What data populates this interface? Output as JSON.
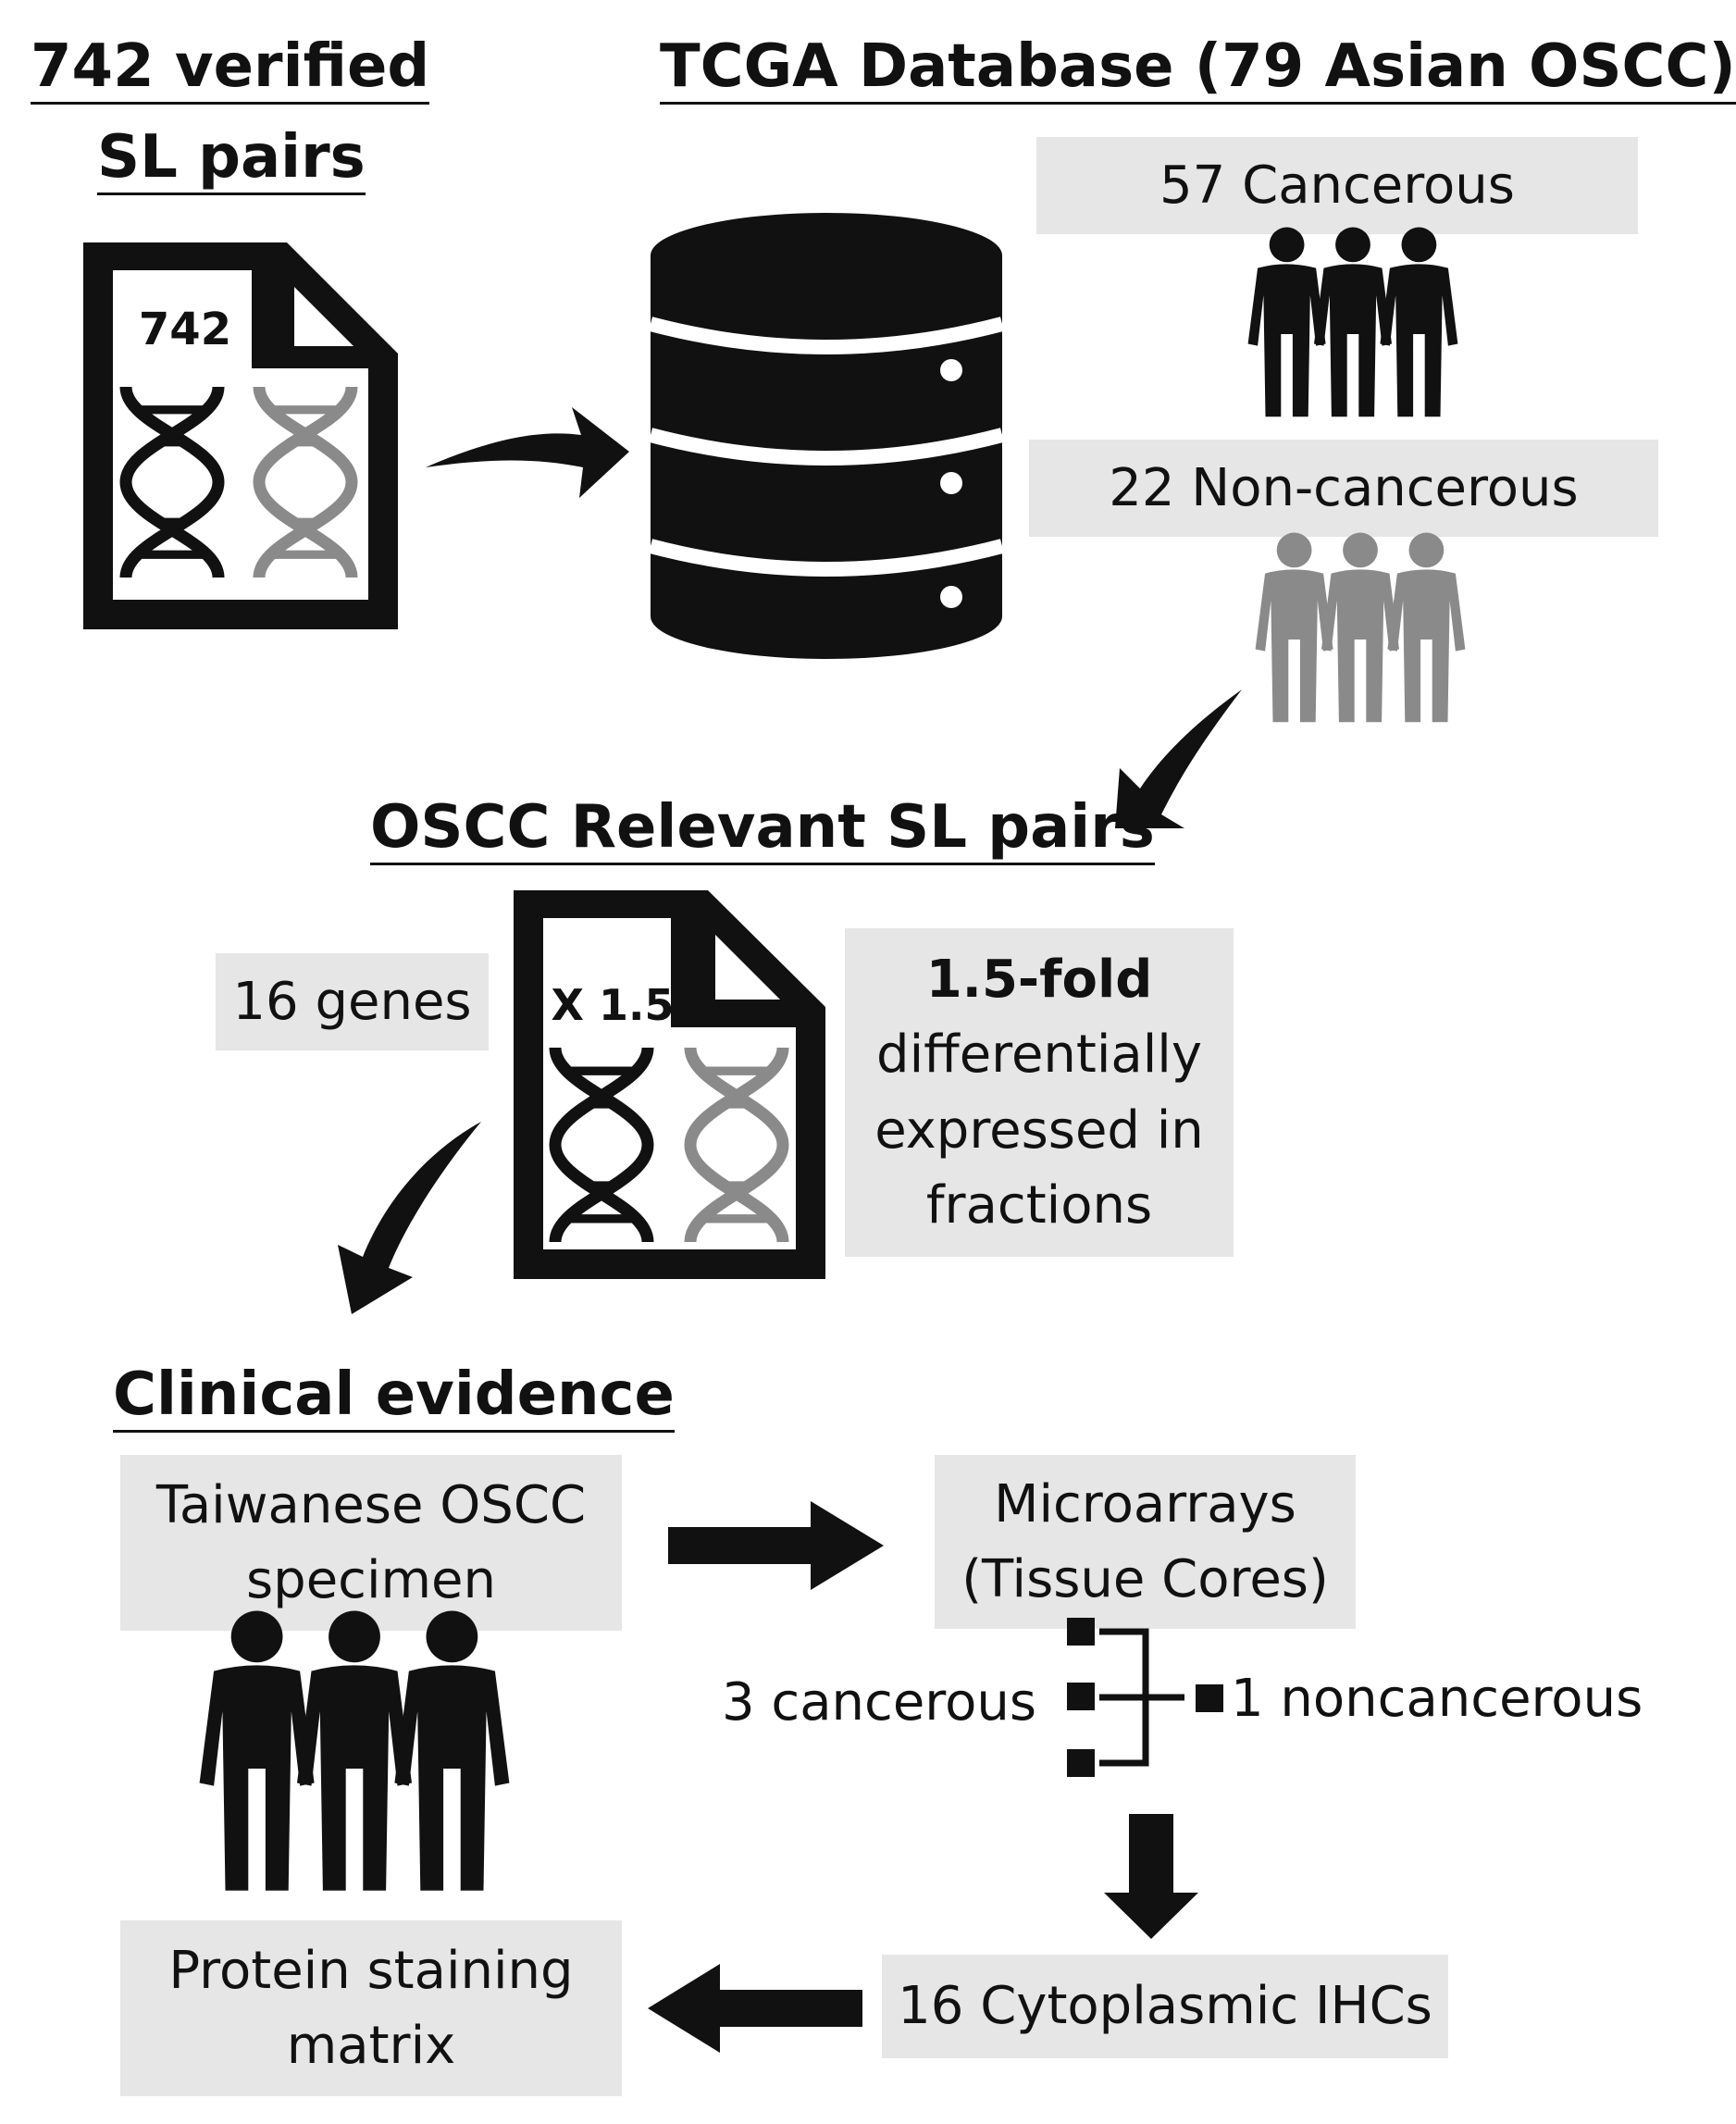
{
  "headings": {
    "verified_line1": "742 verified",
    "verified_line2": "SL pairs",
    "tcga": "TCGA Database (79 Asian OSCC)",
    "relevant": "OSCC Relevant SL pairs",
    "clinical": "Clinical evidence"
  },
  "doc1": {
    "label": "742"
  },
  "doc2": {
    "label": "X 1.5"
  },
  "tcga_groups": {
    "cancerous": "57 Cancerous",
    "non_cancerous": "22 Non-cancerous"
  },
  "genes_box": "16 genes",
  "fold_box": {
    "line1": "1.5-fold",
    "line2": "differentially",
    "line3": "expressed in",
    "line4": "fractions"
  },
  "specimen_box": {
    "line1": "Taiwanese OSCC",
    "line2": "specimen"
  },
  "microarray_box": {
    "line1": "Microarrays",
    "line2": "(Tissue Cores)"
  },
  "cores": {
    "cancerous": "3 cancerous",
    "noncancerous": "1 noncancerous"
  },
  "ihc_box": "16 Cytoplasmic IHCs",
  "staining_box": {
    "line1": "Protein staining",
    "line2": "matrix"
  },
  "colors": {
    "black": "#111111",
    "gray": "#8a8a8a",
    "box": "#e6e6e6"
  },
  "icons": [
    "document-dna-icon",
    "database-icon",
    "people-group-icon",
    "dna-icon",
    "arrow-icon"
  ]
}
